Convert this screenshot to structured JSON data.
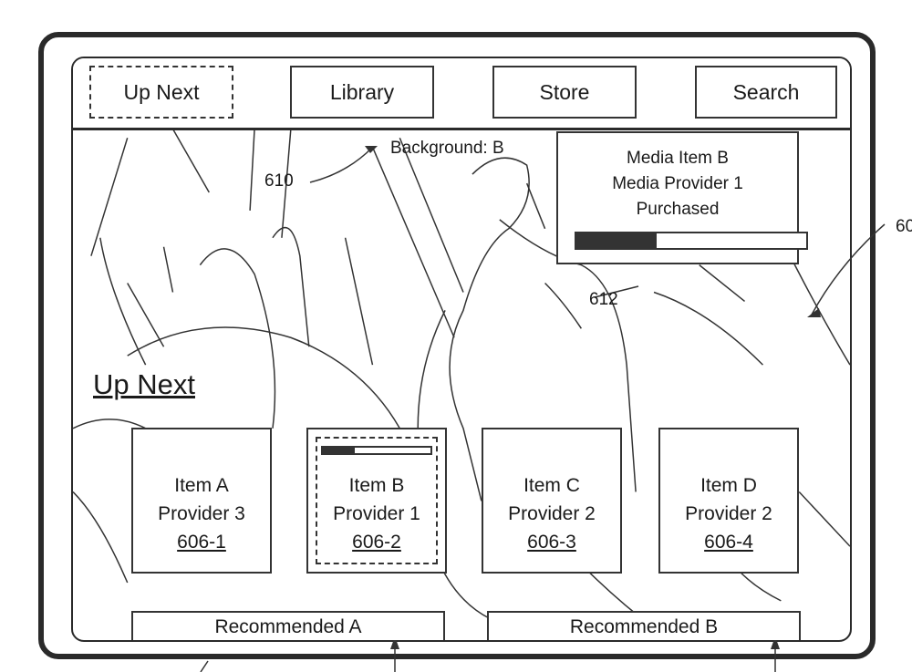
{
  "tabs": [
    {
      "label": "Up Next",
      "focused": true
    },
    {
      "label": "Library",
      "focused": false
    },
    {
      "label": "Store",
      "focused": false
    },
    {
      "label": "Search",
      "focused": false
    }
  ],
  "background": {
    "label": "Background: B",
    "ref": "610"
  },
  "info_panel": {
    "title": "Media Item B",
    "provider": "Media Provider 1",
    "status": "Purchased",
    "progress": 0.35,
    "ref": "612"
  },
  "section_title": "Up Next",
  "items": [
    {
      "title": "Item A",
      "provider": "Provider 3",
      "id": "606-1",
      "focused": false,
      "progress": null
    },
    {
      "title": "Item B",
      "provider": "Provider 1",
      "id": "606-2",
      "focused": true,
      "progress": 0.3
    },
    {
      "title": "Item C",
      "provider": "Provider 2",
      "id": "606-3",
      "focused": false,
      "progress": null
    },
    {
      "title": "Item D",
      "provider": "Provider 2",
      "id": "606-4",
      "focused": false,
      "progress": null
    }
  ],
  "recommended": [
    {
      "label": "Recommended A"
    },
    {
      "label": "Recommended B"
    }
  ],
  "figure_ref": "60"
}
